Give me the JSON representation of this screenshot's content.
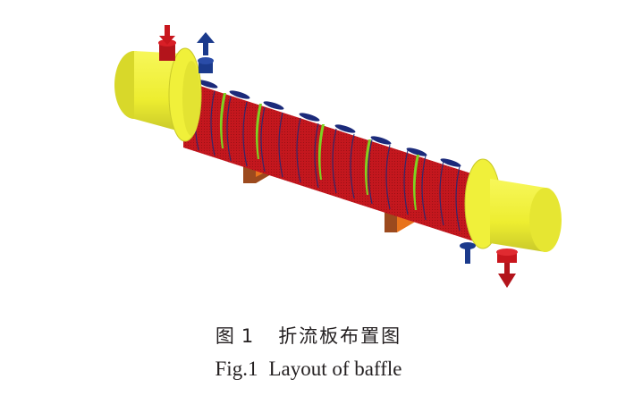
{
  "figure": {
    "description": "3D model of shell-and-tube heat exchanger showing baffle layout",
    "colors": {
      "head": "#f2f23a",
      "head_shade": "#c9c92a",
      "shell_baffles": "#c8161d",
      "baffle_cut_blue": "#1b2a7a",
      "baffle_cut_green": "#7ed321",
      "support": "#e8731c",
      "support_dark": "#9c4a1e",
      "hot_nozzle": "#c8161d",
      "cold_nozzle": "#1b3a8c"
    },
    "arrows": {
      "hot_inlet": "down (into left head)",
      "cold_outlet": "up (from shell left)",
      "cold_inlet": "up (into shell right)",
      "hot_outlet": "down (from right head)"
    }
  },
  "caption": {
    "cn_label": "图",
    "cn_number": "1",
    "cn_title": "折流板布置图",
    "en_label": "Fig.1",
    "en_title": "Layout of baffle"
  }
}
